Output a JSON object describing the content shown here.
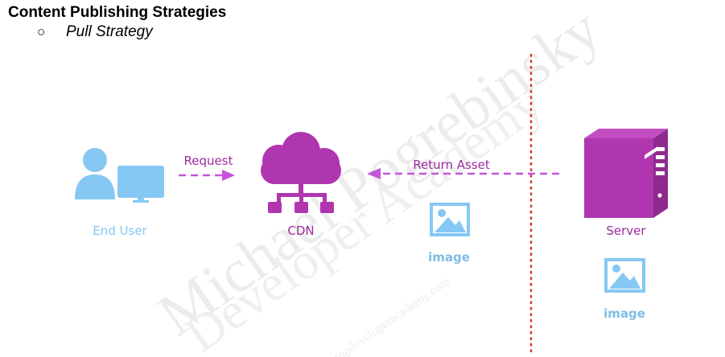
{
  "page": {
    "heading": "Content Publishing Strategies",
    "bullet_symbol": "○",
    "subheading": "Pull Strategy"
  },
  "diagram": {
    "end_user_label": "End User",
    "cdn_label": "CDN",
    "server_label": "Server",
    "request_label": "Request",
    "return_label": "Return Asset",
    "image_label_cdn": "image",
    "image_label_server": "image"
  },
  "watermark": {
    "text_large": "Michael Pogrebinsky",
    "text_mid": "Developer Academy",
    "text_small": "topdeveloperacademy.com"
  },
  "colors": {
    "purple": "#b036b0",
    "purple_dark": "#9c2c9c",
    "arrow": "#c553dc",
    "light_blue": "#86c8f4",
    "divider_red": "#d9362b",
    "watermark_gray": "#e8e8e8"
  }
}
